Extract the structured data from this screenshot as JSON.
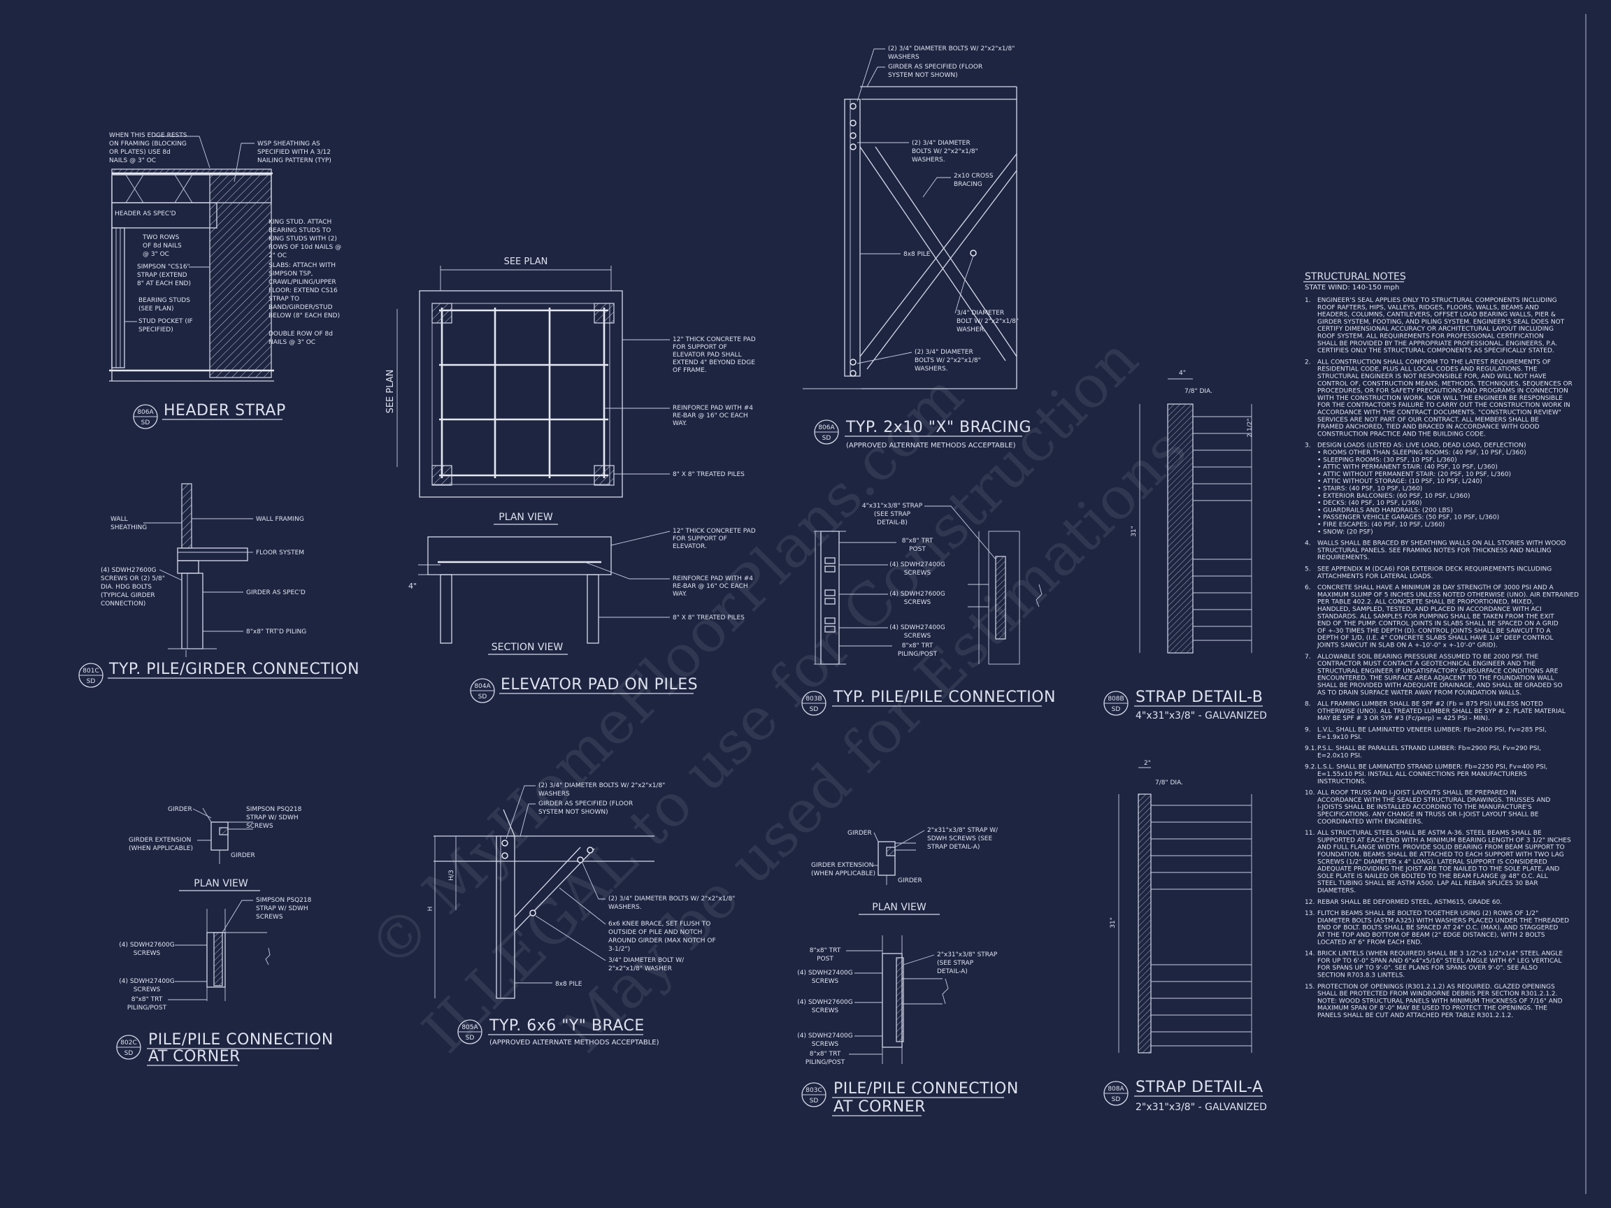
{
  "watermark": {
    "line1": "© MyHomeFloorPlans.com",
    "line2": "ILLEGAL to use for Construction",
    "line3": "May be used for Estimations"
  },
  "details": {
    "header_strap": {
      "tag": "806A",
      "sheet": "SD",
      "title": "HEADER STRAP",
      "notes": {
        "edge": [
          "WHEN THIS EDGE RESTS",
          "ON FRAMING (BLOCKING",
          "OR PLATES) USE 8d",
          "NAILS @ 3\" OC"
        ],
        "sheathing": [
          "WSP SHEATHING AS",
          "SPECIFIED WITH A 3/12",
          "NAILING PATTERN (TYP)"
        ],
        "header": "HEADER AS SPEC'D",
        "two_rows": [
          "TWO ROWS",
          "OF 8d NAILS",
          "@ 3\" OC"
        ],
        "simpson": [
          "SIMPSON \"CS16\"",
          "STRAP (EXTEND",
          "8\" AT EACH END)"
        ],
        "bearing": [
          "BEARING STUDS",
          "(SEE PLAN)"
        ],
        "pocket": [
          "STUD POCKET (IF",
          "SPECIFIED)"
        ],
        "king": [
          "KING STUD. ATTACH",
          "BEARING STUDS TO",
          "KING STUDS WITH (2)",
          "ROWS OF 10d NAILS @",
          "2\" OC"
        ],
        "slabs": [
          "SLABS: ATTACH WITH",
          "SIMPSON TSP,",
          "CRAWL/PILING/UPPER",
          "FLOOR: EXTEND CS16",
          "STRAP TO",
          "BAND/GIRDER/STUD",
          "BELOW (8\" EACH END)"
        ],
        "double": [
          "DOUBLE ROW OF 8d",
          "NAILS @ 3\" OC"
        ]
      }
    },
    "pile_girder": {
      "tag": "801C",
      "sheet": "SD",
      "title": "TYP. PILE/GIRDER CONNECTION",
      "notes": {
        "wall_sheathing": [
          "WALL",
          "SHEATHING"
        ],
        "wall_framing": "WALL FRAMING",
        "floor_system": "FLOOR SYSTEM",
        "bolts": [
          "(4) SDWH27600G",
          "SCREWS OR (2) 5/8\"",
          "DIA. HDG BOLTS",
          "(TYPICAL GIRDER",
          "CONNECTION)"
        ],
        "girder": "GIRDER AS SPEC'D",
        "piling": "8\"x8\" TRT'D PILING"
      }
    },
    "elevator_pad": {
      "tag": "804A",
      "sheet": "SD",
      "title": "ELEVATOR PAD ON PILES",
      "see_plan_h": "SEE PLAN",
      "see_plan_v": "SEE PLAN",
      "plan_view": "PLAN VIEW",
      "section_view": "SECTION VIEW",
      "dim4": "4\"",
      "notes": {
        "pad": [
          "12\" THICK CONCRETE PAD",
          "FOR SUPPORT OF",
          "ELEVATOR PAD SHALL",
          "EXTEND 4\" BEYOND EDGE",
          "OF FRAME."
        ],
        "reinforce": [
          "REINFORCE PAD WITH #4",
          "RE-BAR @ 16\" OC EACH",
          "WAY."
        ],
        "piles": "8\" X 8\" TREATED PILES",
        "pad2": [
          "12\" THICK CONCRETE PAD",
          "FOR SUPPORT OF",
          "ELEVATOR."
        ],
        "reinforce2": [
          "REINFORCE PAD WITH #4",
          "RE-BAR @ 16\" OC EACH",
          "WAY."
        ],
        "piles2": "8\" X 8\" TREATED PILES"
      }
    },
    "x_bracing": {
      "tag": "806A",
      "sheet": "SD",
      "title": "TYP. 2x10 \"X\" BRACING",
      "subtitle": "(APPROVED ALTERNATE METHODS ACCEPTABLE)",
      "notes": {
        "bolts_top": [
          "(2) 3/4\" DIAMETER BOLTS W/ 2\"x2\"x1/8\"",
          "WASHERS"
        ],
        "girder": [
          "GIRDER AS SPECIFIED (FLOOR",
          "SYSTEM NOT SHOWN)"
        ],
        "bolts_mid": [
          "(2) 3/4\" DIAMETER",
          "BOLTS W/ 2\"x2\"x1/8\"",
          "WASHERS."
        ],
        "cross": [
          "2x10 CROSS",
          "BRACING"
        ],
        "pile": "8x8 PILE",
        "bolt_single": [
          "3/4\" DIAMETER",
          "BOLT W/ 2\"x2\"x1/8\"",
          "WASHER."
        ],
        "bolts_bot": [
          "(2) 3/4\" DIAMETER",
          "BOLTS W/ 2\"x2\"x1/8\"",
          "WASHERS."
        ]
      }
    },
    "pile_pile": {
      "tag": "803B",
      "sheet": "SD",
      "title": "TYP. PILE/PILE CONNECTION",
      "notes": {
        "strap": [
          "4\"x31\"x3/8\" STRAP",
          "(SEE STRAP",
          "DETAIL-B)"
        ],
        "post": [
          "8\"x8\" TRT",
          "POST"
        ],
        "s1": [
          "(4) SDWH27400G",
          "SCREWS"
        ],
        "s2": [
          "(4) SDWH27600G",
          "SCREWS"
        ],
        "s3": [
          "(4) SDWH27400G",
          "SCREWS"
        ],
        "piling": [
          "8\"x8\" TRT",
          "PILING/POST"
        ]
      }
    },
    "strap_b": {
      "tag": "808B",
      "sheet": "SD",
      "title": "STRAP DETAIL-B",
      "subtitle": "4\"x31\"x3/8\" - GALVANIZED",
      "width_dim": "4\"",
      "hole_dim": "7/8\" DIA.",
      "len_dim": "31\"",
      "spacing": "2 1/2\""
    },
    "strap_a": {
      "tag": "808A",
      "sheet": "SD",
      "title": "STRAP DETAIL-A",
      "subtitle": "2\"x31\"x3/8\" - GALVANIZED",
      "width_dim": "2\"",
      "hole_dim": "7/8\" DIA.",
      "len_dim": "31\""
    },
    "pile_corner_left": {
      "tag": "802C",
      "sheet": "SD",
      "title1": "PILE/PILE CONNECTION",
      "title2": "AT CORNER",
      "plan_view": "PLAN VIEW",
      "notes": {
        "girder": "GIRDER",
        "ext": [
          "GIRDER EXTENSION",
          "(WHEN APPLICABLE)"
        ],
        "girder2": "GIRDER",
        "simpson1": [
          "SIMPSON PSQ218",
          "STRAP W/ SDWH",
          "SCREWS"
        ],
        "simpson2": [
          "SIMPSON PSQ218",
          "STRAP W/ SDWH",
          "SCREWS"
        ],
        "s1": [
          "(4) SDWH27600G",
          "SCREWS"
        ],
        "s2": [
          "(4) SDWH27400G",
          "SCREWS"
        ],
        "piling": [
          "8\"x8\" TRT",
          "PILING/POST"
        ]
      }
    },
    "y_brace": {
      "tag": "805A",
      "sheet": "SD",
      "title": "TYP. 6x6 \"Y\" BRACE",
      "subtitle": "(APPROVED ALTERNATE METHODS ACCEPTABLE)",
      "dim_h": "H",
      "dim_h3": "H/3",
      "notes": {
        "bolts": [
          "(2) 3/4\" DIAMETER BOLTS W/ 2\"x2\"x1/8\"",
          "WASHERS"
        ],
        "girder": [
          "GIRDER AS SPECIFIED (FLOOR",
          "SYSTEM NOT SHOWN)"
        ],
        "bolts2": [
          "(2) 3/4\" DIAMETER BOLTS W/ 2\"x2\"x1/8\"",
          "WASHERS."
        ],
        "knee": [
          "6x6 KNEE BRACE, SET FLUSH TO",
          "OUTSIDE OF PILE AND NOTCH",
          "AROUND GIRDER (MAX NOTCH OF",
          "3-1/2\")"
        ],
        "bolt": [
          "3/4\" DIAMETER BOLT W/",
          "2\"x2\"x1/8\" WASHER"
        ],
        "pile": "8x8 PILE"
      }
    },
    "pile_corner_right": {
      "tag": "803C",
      "sheet": "SD",
      "title1": "PILE/PILE CONNECTION",
      "title2": "AT CORNER",
      "plan_view": "PLAN VIEW",
      "notes": {
        "girder": "GIRDER",
        "ext": [
          "GIRDER EXTENSION",
          "(WHEN APPLICABLE)"
        ],
        "girder2": "GIRDER",
        "strap": [
          "2\"x31\"x3/8\" STRAP W/",
          "SDWH SCREWS (SEE",
          "STRAP DETAIL-A)"
        ],
        "post": [
          "8\"x8\" TRT",
          "POST"
        ],
        "s1": [
          "(4) SDWH27400G",
          "SCREWS"
        ],
        "s2": [
          "(4) SDWH27600G",
          "SCREWS"
        ],
        "s3": [
          "(4) SDWH27400G",
          "SCREWS"
        ],
        "piling": [
          "8\"x8\" TRT",
          "PILING/POST"
        ],
        "strap2": [
          "2\"x31\"x3/8\" STRAP",
          "(SEE STRAP",
          "DETAIL-A)"
        ]
      }
    }
  },
  "structural_notes": {
    "title": "STRUCTURAL NOTES",
    "state": "STATE WIND: 140-150 mph",
    "items": [
      {
        "n": "1.",
        "lines": [
          "ENGINEER'S SEAL APPLIES ONLY TO STRUCTURAL COMPONENTS INCLUDING",
          "ROOF RAFTERS, HIPS, VALLEYS, RIDGES, FLOORS, WALLS, BEAMS AND",
          "HEADERS, COLUMNS, CANTILEVERS, OFFSET LOAD BEARING WALLS, PIER &",
          "GIRDER SYSTEM, FOOTING, AND PILING SYSTEM. ENGINEER'S SEAL DOES NOT",
          "CERTIFY DIMENSIONAL ACCURACY OR ARCHITECTURAL LAYOUT INCLUDING",
          "ROOF SYSTEM. ALL REQUIREMENTS FOR PROFESSIONAL CERTIFICATION",
          "SHALL BE PROVIDED BY THE APPROPRIATE PROFESSIONAL. ENGINEERS, P.A.",
          "CERTIFIES ONLY THE STRUCTURAL COMPONENTS AS SPECIFICALLY STATED."
        ]
      },
      {
        "n": "2.",
        "lines": [
          "ALL CONSTRUCTION SHALL CONFORM TO THE LATEST REQUIREMENTS OF",
          "RESIDENTIAL CODE, PLUS ALL LOCAL CODES AND REGULATIONS. THE",
          "STRUCTURAL ENGINEER IS NOT RESPONSIBLE FOR, AND WILL NOT HAVE",
          "CONTROL OF, CONSTRUCTION MEANS, METHODS, TECHNIQUES, SEQUENCES OR",
          "PROCEDURES, OR FOR SAFETY PRECAUTIONS AND PROGRAMS IN CONNECTION",
          "WITH THE CONSTRUCTION WORK, NOR WILL THE ENGINEER BE RESPONSIBLE",
          "FOR THE CONTRACTOR'S FAILURE TO CARRY OUT THE CONSTRUCTION WORK IN",
          "ACCORDANCE WITH THE CONTRACT DOCUMENTS. \"CONSTRUCTION REVIEW\"",
          "SERVICES ARE NOT PART OF OUR CONTRACT. ALL MEMBERS SHALL BE",
          "FRAMED ANCHORED, TIED AND BRACED IN ACCORDANCE WITH GOOD",
          "CONSTRUCTION PRACTICE AND THE BUILDING CODE."
        ]
      },
      {
        "n": "3.",
        "lines": [
          "DESIGN LOADS (LISTED AS: LIVE LOAD, DEAD LOAD, DEFLECTION)",
          "• ROOMS OTHER THAN SLEEPING ROOMS: (40 PSF, 10 PSF, L/360)",
          "• SLEEPING ROOMS: (30 PSF, 10 PSF, L/360)",
          "• ATTIC WITH PERMANENT STAIR: (40 PSF, 10 PSF, L/360)",
          "• ATTIC WITHOUT PERMANENT STAIR: (20 PSF, 10 PSF, L/360)",
          "• ATTIC WITHOUT STORAGE: (10 PSF, 10 PSF, L/240)",
          "• STAIRS: (40 PSF, 10 PSF, L/360)",
          "• EXTERIOR BALCONIES: (60 PSF, 10 PSF, L/360)",
          "• DECKS: (40 PSF, 10 PSF, L/360)",
          "• GUARDRAILS AND HANDRAILS: (200 LBS)",
          "• PASSENGER VEHICLE GARAGES: (50 PSF, 10 PSF, L/360)",
          "• FIRE ESCAPES: (40 PSF, 10 PSF, L/360)",
          "• SNOW: (20 PSF)"
        ]
      },
      {
        "n": "4.",
        "lines": [
          "WALLS SHALL BE BRACED BY SHEATHING WALLS ON ALL STORIES WITH WOOD",
          "STRUCTURAL PANELS. SEE FRAMING NOTES FOR THICKNESS AND NAILING",
          "REQUIREMENTS."
        ]
      },
      {
        "n": "5.",
        "lines": [
          "SEE APPENDIX M (DCA6) FOR EXTERIOR DECK REQUIREMENTS INCLUDING",
          "ATTACHMENTS FOR LATERAL LOADS."
        ]
      },
      {
        "n": "6.",
        "lines": [
          "CONCRETE SHALL HAVE A MINIMUM 28 DAY STRENGTH OF 3000 PSI AND A",
          "MAXIMUM SLUMP OF 5 INCHES UNLESS NOTED OTHERWISE (UNO). AIR ENTRAINED",
          "PER TABLE 402.2. ALL CONCRETE SHALL BE PROPORTIONED, MIXED,",
          "HANDLED, SAMPLED, TESTED, AND PLACED IN ACCORDANCE WITH ACI",
          "STANDARDS. ALL SAMPLES FOR PUMPING SHALL BE TAKEN FROM THE EXIT",
          "END OF THE PUMP. CONTROL JOINTS IN SLABS SHALL BE SPACED ON A GRID",
          "OF +-30 TIMES THE DEPTH (D). CONTROL JOINTS SHALL BE SAWCUT TO A",
          "DEPTH OF 1/D, (I.E. 4\" CONCRETE SLABS SHALL HAVE 1/4\" DEEP CONTROL",
          "JOINTS SAWCUT IN SLAB ON A +-10'-0\" x +-10'-0\" GRID)."
        ]
      },
      {
        "n": "7.",
        "lines": [
          "ALLOWABLE SOIL BEARING PRESSURE ASSUMED TO BE 2000 PSF. THE",
          "CONTRACTOR MUST CONTACT A GEOTECHNICAL ENGINEER AND THE",
          "STRUCTURAL ENGINEER IF UNSATISFACTORY SUBSURFACE CONDITIONS ARE",
          "ENCOUNTERED. THE SURFACE AREA ADJACENT TO THE FOUNDATION WALL",
          "SHALL BE PROVIDED WITH ADEQUATE DRAINAGE, AND SHALL BE GRADED SO",
          "AS TO DRAIN SURFACE WATER AWAY FROM FOUNDATION WALLS."
        ]
      },
      {
        "n": "8.",
        "lines": [
          "ALL FRAMING LUMBER SHALL BE SPF #2 (Fb = 875 PSI) UNLESS NOTED",
          "OTHERWISE (UNO). ALL TREATED LUMBER SHALL BE SYP # 2. PLATE MATERIAL",
          "MAY BE SPF # 3 OR SYP #3 (Fc/perp) = 425 PSI - MIN)."
        ]
      },
      {
        "n": "9.",
        "lines": [
          "L.V.L. SHALL BE LAMINATED VENEER LUMBER: Fb=2600 PSI, Fv=285 PSI,",
          "E=1.9x10 PSI."
        ]
      },
      {
        "n": "9.1.",
        "lines": [
          "P.S.L. SHALL BE PARALLEL STRAND LUMBER: Fb=2900 PSI, Fv=290 PSI,",
          "E=2.0x10 PSI."
        ]
      },
      {
        "n": "9.2.",
        "lines": [
          "L.S.L. SHALL BE LAMINATED STRAND LUMBER: Fb=2250 PSI, Fv=400 PSI,",
          "E=1.55x10 PSI. INSTALL ALL CONNECTIONS PER MANUFACTURERS",
          "INSTRUCTIONS."
        ]
      },
      {
        "n": "10.",
        "lines": [
          "ALL ROOF TRUSS AND I-JOIST LAYOUTS SHALL BE PREPARED IN",
          "ACCORDANCE WITH THE SEALED STRUCTURAL DRAWINGS. TRUSSES AND",
          "I-JOISTS SHALL BE INSTALLED ACCORDING TO THE MANUFACTURE'S",
          "SPECIFICATIONS. ANY CHANGE IN TRUSS OR I-JOIST LAYOUT SHALL BE",
          "COORDINATED WITH ENGINEERS."
        ]
      },
      {
        "n": "11.",
        "lines": [
          "ALL STRUCTURAL STEEL SHALL BE ASTM A-36. STEEL BEAMS SHALL BE",
          "SUPPORTED AT EACH END WITH A MINIMUM BEARING LENGTH OF 3 1/2\" INCHES",
          "AND FULL FLANGE WIDTH. PROVIDE SOLID BEARING FROM BEAM SUPPORT TO",
          "FOUNDATION. BEAMS SHALL BE ATTACHED TO EACH SUPPORT WITH TWO LAG",
          "SCREWS (1/2\" DIAMETER x 4\" LONG). LATERAL SUPPORT IS CONSIDERED",
          "ADEQUATE PROVIDING THE JOIST ARE TOE NAILED TO THE SOLE PLATE, AND",
          "SOLE PLATE IS NAILED OR BOLTED TO THE BEAM FLANGE @ 48\" O.C. ALL",
          "STEEL TUBING SHALL BE ASTM A500. LAP ALL REBAR SPLICES 30 BAR",
          "DIAMETERS."
        ]
      },
      {
        "n": "12.",
        "lines": [
          "REBAR SHALL BE DEFORMED STEEL, ASTM615, GRADE 60."
        ]
      },
      {
        "n": "13.",
        "lines": [
          "FLITCH BEAMS SHALL BE BOLTED TOGETHER USING (2) ROWS OF 1/2\"",
          "DIAMETER BOLTS (ASTM A325) WITH WASHERS PLACED UNDER THE THREADED",
          "END OF BOLT. BOLTS SHALL BE SPACED AT 24\" O.C. (MAX), AND STAGGERED",
          "AT THE TOP AND BOTTOM OF BEAM (2\" EDGE DISTANCE), WITH 2 BOLTS",
          "LOCATED AT 6\" FROM EACH END."
        ]
      },
      {
        "n": "14.",
        "lines": [
          "BRICK LINTELS (WHEN REQUIRED) SHALL BE 3 1/2\"x3 1/2\"x1/4\" STEEL ANGLE",
          "FOR UP TO 6'-0\" SPAN AND 6\"x4\"x5/16\" STEEL ANGLE WITH 6\" LEG VERTICAL",
          "FOR SPANS UP TO 9'-0\". SEE PLANS FOR SPANS OVER 9'-0\". SEE ALSO",
          "SECTION R703.8.3 LINTELS."
        ]
      },
      {
        "n": "15.",
        "lines": [
          "PROTECTION OF OPENINGS (R301.2.1.2) AS REQUIRED. GLAZED OPENINGS",
          "SHALL BE PROTECTED FROM WINDBORNE DEBRIS PER SECTION R301.2.1.2.",
          "NOTE: WOOD STRUCTURAL PANELS WITH MINIMUM THICKNESS OF 7/16\" AND",
          "MAXIMUM SPAN OF 8'-0\" MAY BE USED TO PROTECT THE OPENINGS. THE",
          "PANELS SHALL BE CUT AND ATTACHED PER TABLE R301.2.1.2."
        ]
      }
    ]
  }
}
